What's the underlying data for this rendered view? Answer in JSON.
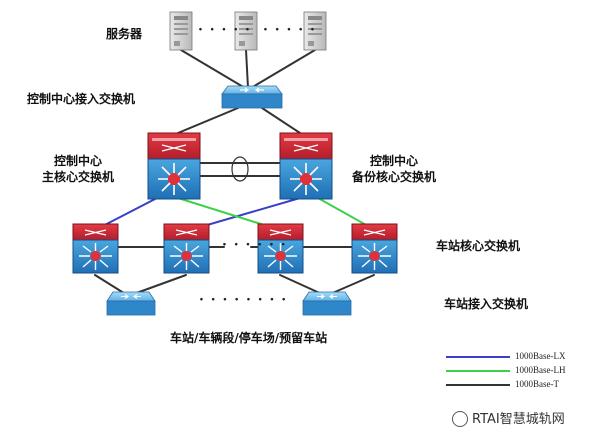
{
  "labels": {
    "servers": "服务器",
    "control_access_switch": "控制中心接入交换机",
    "main_core_line1": "控制中心",
    "main_core_line2": "主核心交换机",
    "backup_core_line1": "控制中心",
    "backup_core_line2": "备份核心交换机",
    "station_core_switch": "车站核心交换机",
    "station_access_switch": "车站接入交换机",
    "locations": "车站/车辆段/停车场/预留车站"
  },
  "ellipsis": {
    "servers": "· · · · ·",
    "station_core": "· · · · · ·",
    "station_access": "· · · · · · · ·"
  },
  "legend": [
    {
      "label": "1000Base-LX",
      "color": "#3a3ec9"
    },
    {
      "label": "1000Base-LH",
      "color": "#3bd14a"
    },
    {
      "label": "1000Base-T",
      "color": "#333333"
    }
  ],
  "watermark": "RTAI智慧城轨网"
}
